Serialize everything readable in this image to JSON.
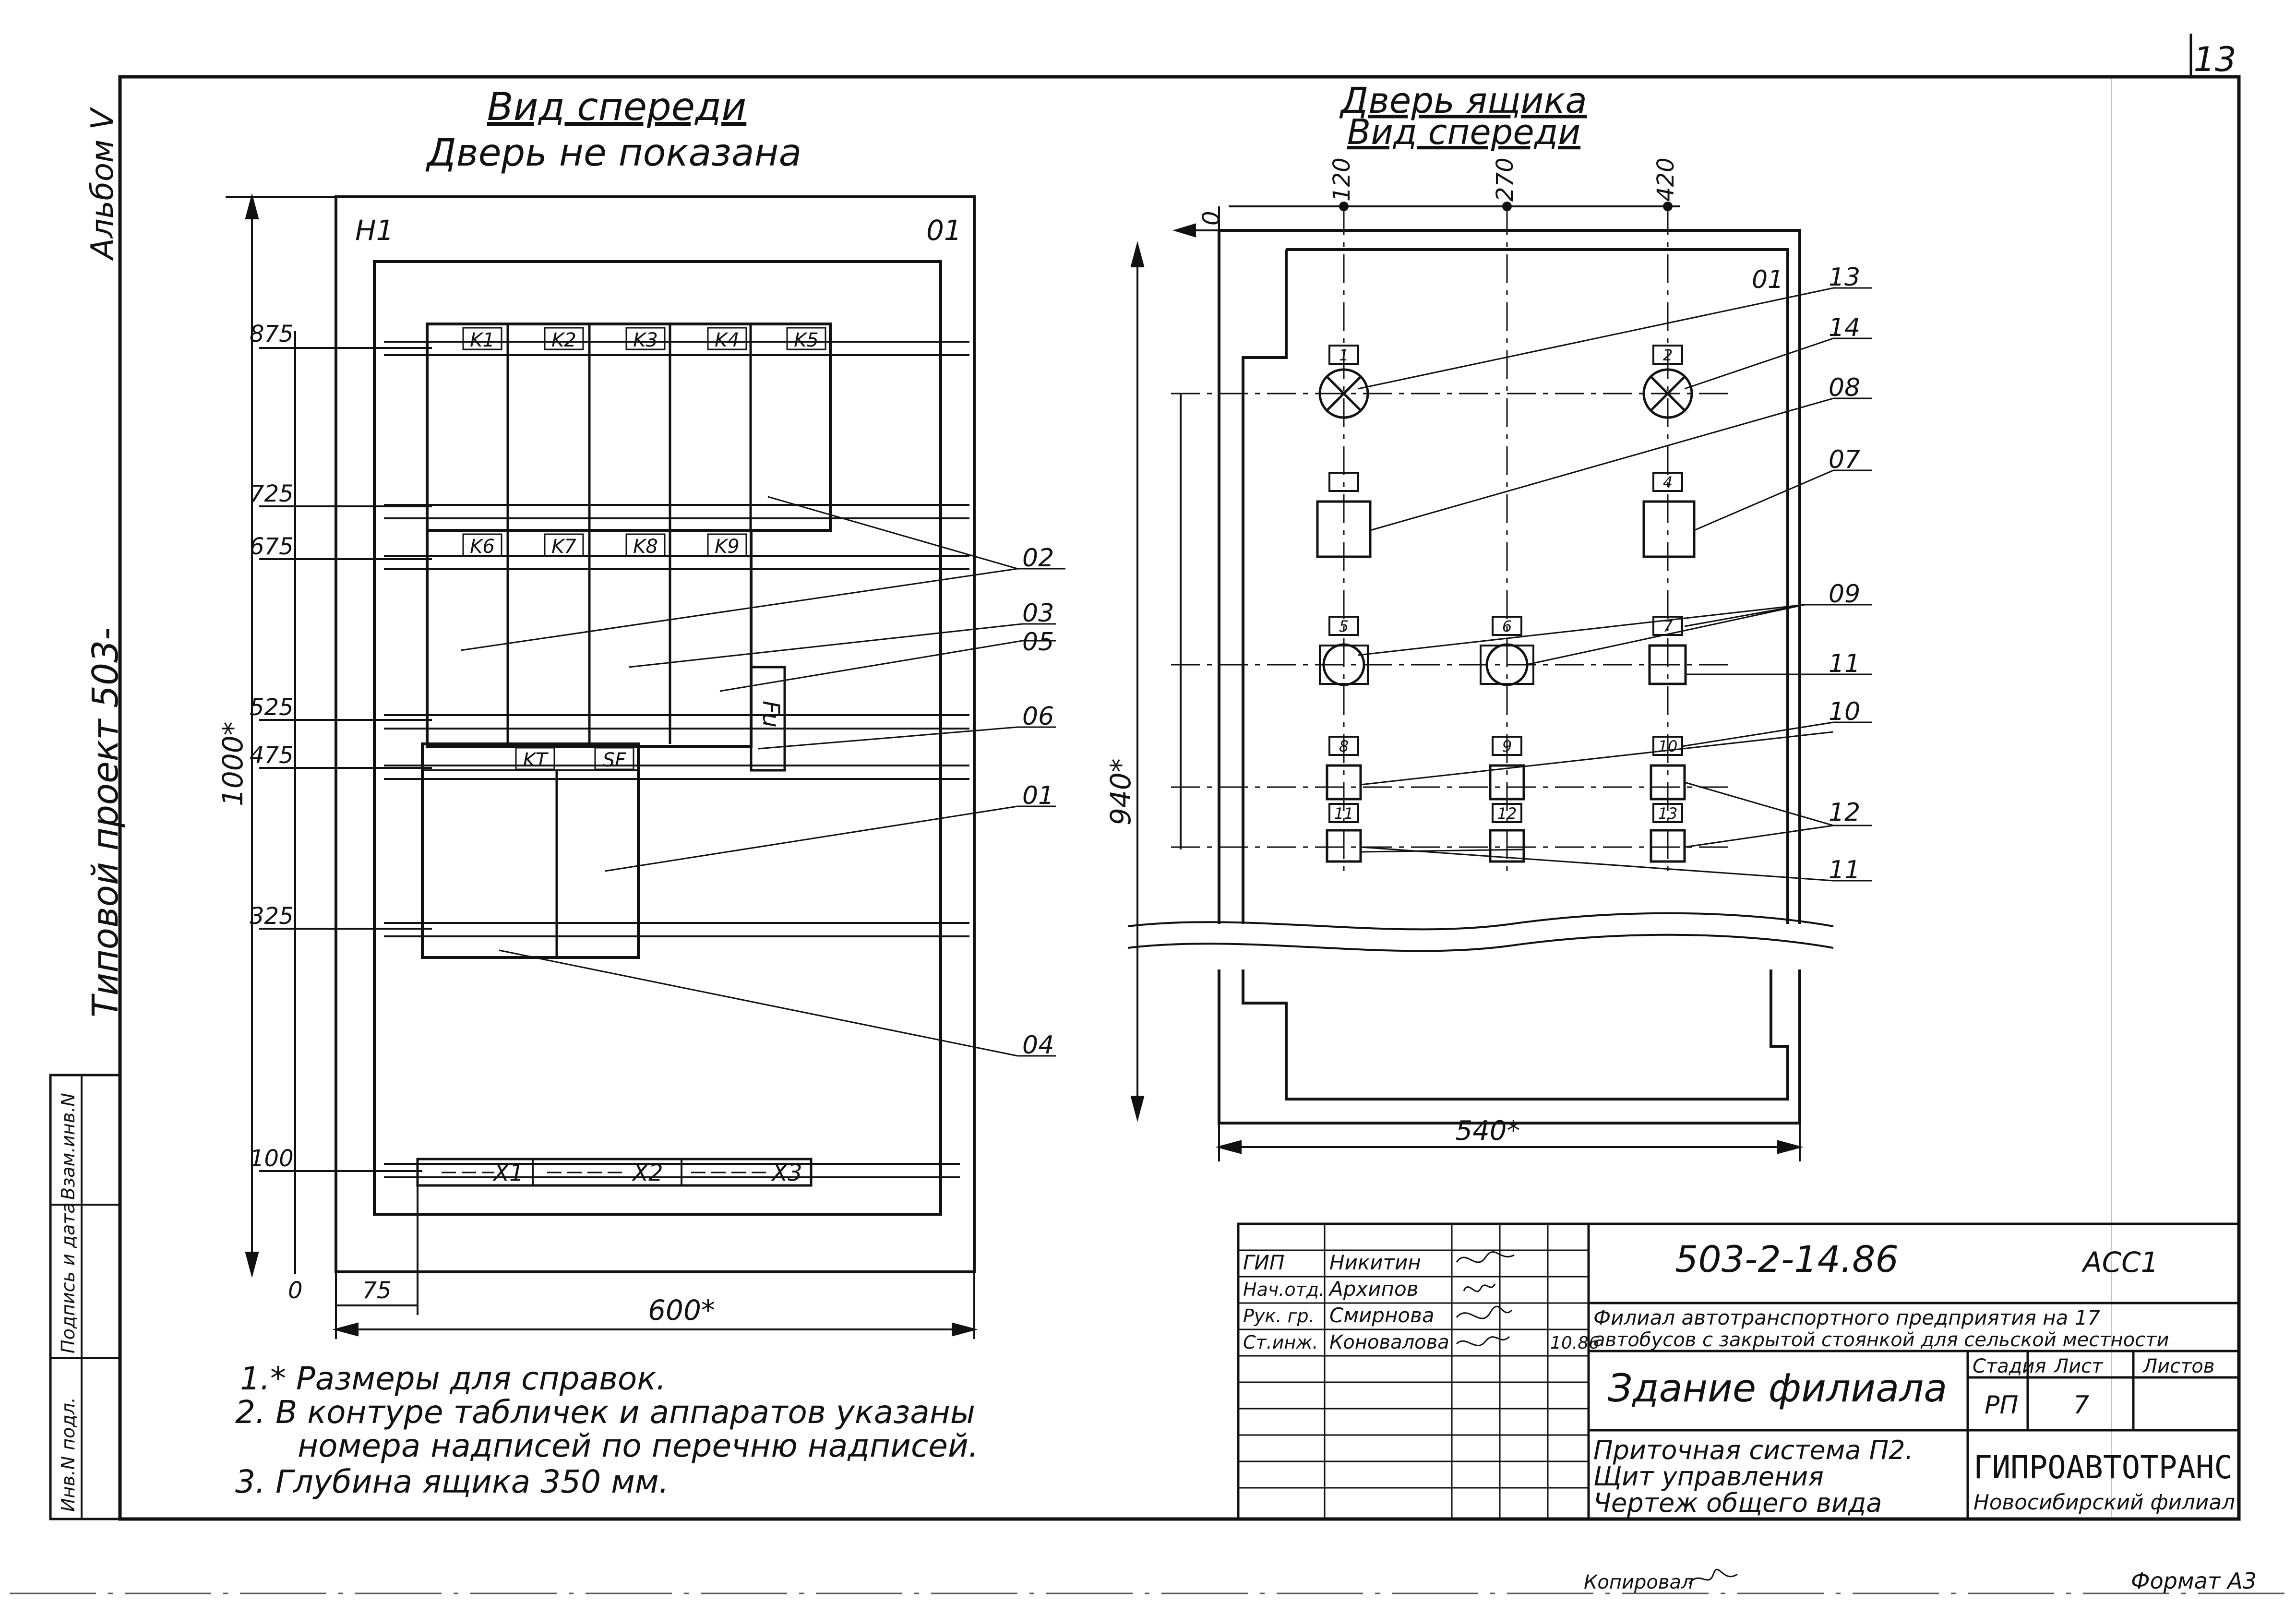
{
  "sheet_number": "13",
  "side_labels": {
    "album": "Альбом V",
    "project": "Типовой проект 503-"
  },
  "side_stamp": [
    "Инв.N подл.",
    "Подпись и дата",
    "Взам.инв.N"
  ],
  "front_view": {
    "title": "Вид спереди",
    "subtitle": "Дверь не показана",
    "corner_h1": "H1",
    "corner_01": "01",
    "dim_levels": [
      "875",
      "725",
      "675",
      "525",
      "475",
      "325",
      "100",
      "0"
    ],
    "dim_height": "1000*",
    "dim_bottom_offset": "75",
    "dim_width": "600*",
    "relays_top": [
      "K1",
      "K2",
      "K3",
      "K4",
      "K5"
    ],
    "relays_mid": [
      "K6",
      "K7",
      "K8",
      "K9"
    ],
    "devices_low": [
      "KT",
      "SF"
    ],
    "fuse": "Fu",
    "terminals": [
      "X1",
      "X2",
      "X3"
    ],
    "callouts": [
      "02",
      "03",
      "05",
      "06",
      "01",
      "04"
    ]
  },
  "door_view": {
    "title": "Дверь ящика",
    "subtitle": "Вид спереди",
    "col_dims": [
      "0",
      "120",
      "270",
      "420"
    ],
    "dim_height": "940*",
    "dim_width": "540*",
    "corner_01": "01",
    "plates": [
      "1",
      "2",
      "",
      "4",
      "5",
      "6",
      "7",
      "8",
      "9",
      "10",
      "11",
      "12",
      "13"
    ],
    "callouts": [
      "13",
      "14",
      "08",
      "07",
      "09",
      "11",
      "10",
      "12",
      "11"
    ]
  },
  "notes": [
    "1.* Размеры для справок.",
    "2. В контуре табличек и аппаратов указаны",
    "номера надписей по перечню надписей.",
    "3. Глубина ящика 350 мм."
  ],
  "title_block": {
    "doc_code": "503-2-14.86",
    "doc_mark": "АСС1",
    "roles": [
      "ГИП",
      "Нач.отд.",
      "Рук. гр.",
      "Ст.инж."
    ],
    "names": [
      "Никитин",
      "Архипов",
      "Смирнова",
      "Коновалова"
    ],
    "date": "10.86",
    "object_line1": "Филиал автотранспортного предприятия на 17",
    "object_line2": "автобусов с закрытой стоянкой для сельской местности",
    "building": "Здание филиала",
    "stage_head": "Стадия",
    "sheet_head": "Лист",
    "sheets_head": "Листов",
    "stage": "РП",
    "sheet": "7",
    "sheets": "",
    "drawing_title": [
      "Приточная система П2.",
      "Щит управления",
      "Чертеж общего вида"
    ],
    "org": "ГИПРОАВТОТРАНС",
    "branch": "Новосибирский филиал"
  },
  "bottom": {
    "copied": "Копировал",
    "format": "Формат А3"
  }
}
